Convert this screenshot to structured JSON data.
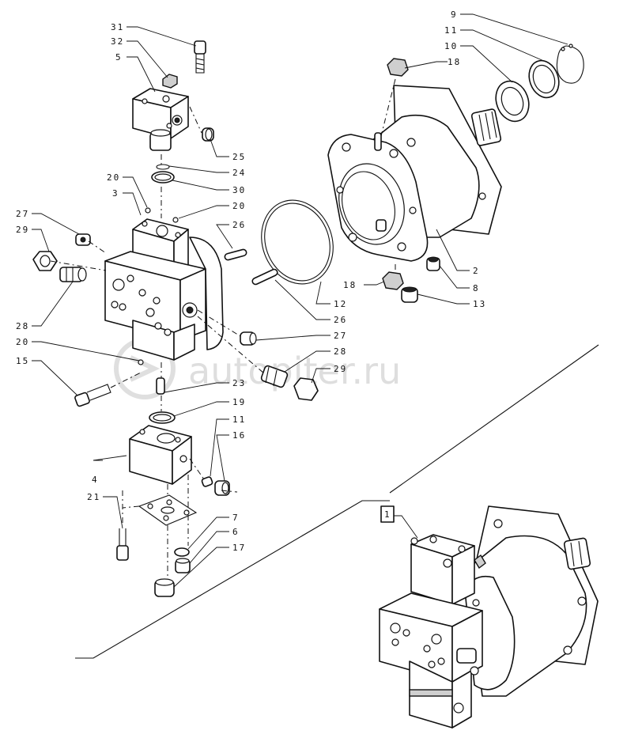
{
  "watermark": {
    "text": "autopiter.ru"
  },
  "callouts": {
    "c31": "31",
    "c32": "32",
    "c5": "5",
    "c25": "25",
    "c24": "24",
    "c30": "30",
    "c20a": "20",
    "c3": "3",
    "c20b": "20",
    "c26a": "26",
    "c27a": "27",
    "c29a": "29",
    "c28a": "28",
    "c20c": "20",
    "c15": "15",
    "c27b": "27",
    "c28b": "28",
    "c29b": "29",
    "c23": "23",
    "c19": "19",
    "c11a": "11",
    "c16": "16",
    "c4": "4",
    "c21": "21",
    "c7": "7",
    "c6": "6",
    "c17": "17",
    "c12": "12",
    "c26b": "26",
    "c18a": "18",
    "c13": "13",
    "c8": "8",
    "c2": "2",
    "c18b": "18",
    "c9": "9",
    "c11b": "11",
    "c10": "10",
    "c1": "1"
  },
  "colors": {
    "line": "#111111",
    "watermark": "#d4d4d4",
    "background": "#ffffff"
  }
}
